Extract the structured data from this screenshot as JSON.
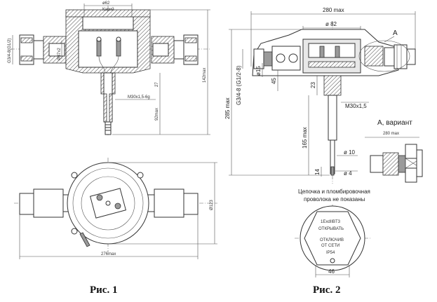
{
  "fig1": {
    "caption": "Рис. 1",
    "dims": {
      "top_width": "ø62",
      "top_sub": "Кэрий",
      "left_vert": "G3/4-8(G1/2)",
      "left_d": "Ø37х2",
      "right_height": "142max",
      "thread": "M30x1,5-6g",
      "small_27": "27",
      "lower_len": "92max",
      "plan_dia": "Ø123",
      "plan_width": "276max"
    }
  },
  "fig2": {
    "caption": "Рис. 2",
    "dims": {
      "overall_width": "280 max",
      "d82": "ø 82",
      "d15": "ø15",
      "d45": "45",
      "d23": "23",
      "thread": "M30x1,5",
      "g": "G3/4-8 (G1/2-8)",
      "h285": "285 max",
      "h165": "165 max",
      "d10": "ø 10",
      "d4": "ø 4",
      "h14": "14",
      "w46": "46",
      "callout": "A"
    },
    "variant_title": "А, вариант",
    "variant_width": "280 max",
    "note_line1": "Цепочка и пломбировочная",
    "note_line2": "проволока не показаны",
    "plate": {
      "line1": "1ExdIIBT3",
      "line2": "ОТКРЫВАТЬ",
      "line3": "ОТКЛЮЧИВ",
      "line4": "ОТ СЕТИ",
      "line5": "IP54"
    }
  }
}
